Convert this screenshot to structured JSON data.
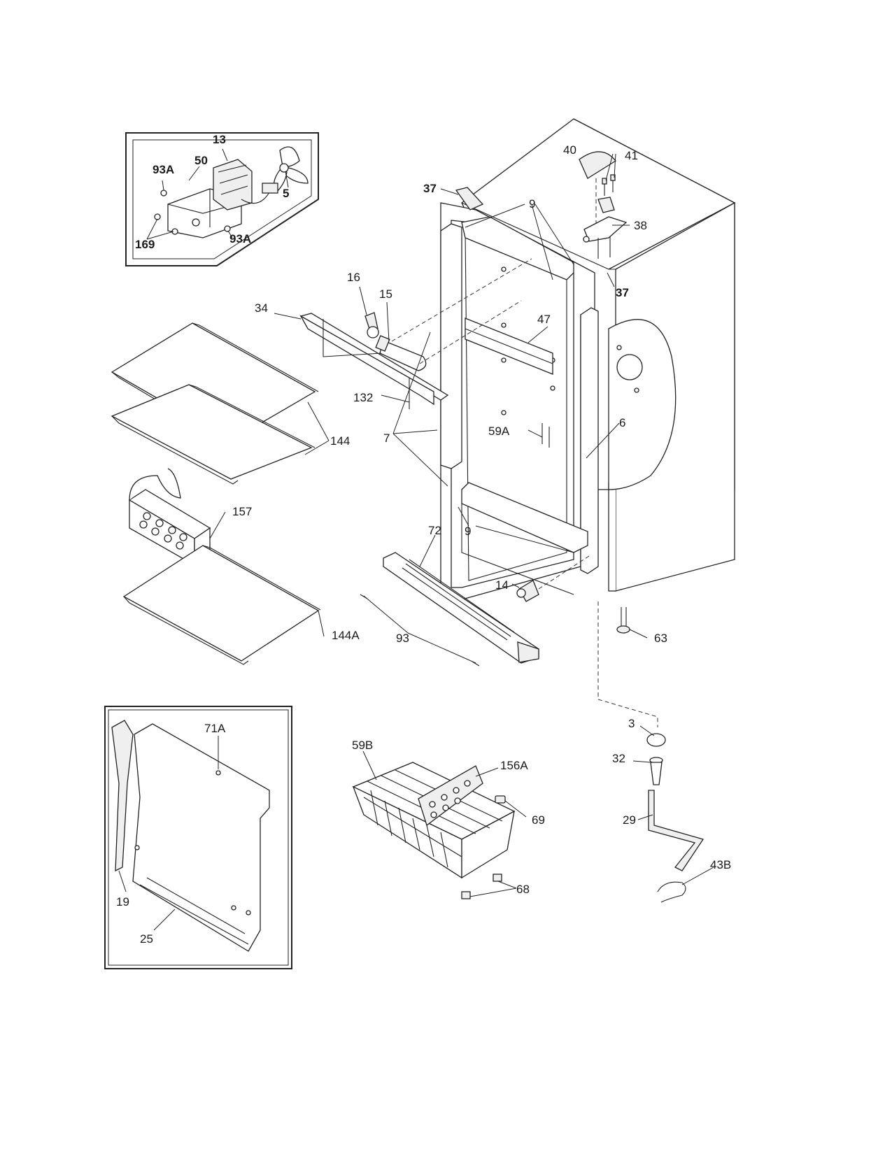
{
  "labels": [
    {
      "key": "13",
      "text": "13",
      "bold": true
    },
    {
      "key": "50",
      "text": "50",
      "bold": true
    },
    {
      "key": "93A_top",
      "text": "93A",
      "bold": true
    },
    {
      "key": "5",
      "text": "5",
      "bold": true
    },
    {
      "key": "169",
      "text": "169",
      "bold": true
    },
    {
      "key": "93A_bottom",
      "text": "93A",
      "bold": true
    },
    {
      "key": "40",
      "text": "40"
    },
    {
      "key": "41",
      "text": "41"
    },
    {
      "key": "37_top",
      "text": "37",
      "bold": true
    },
    {
      "key": "9_top",
      "text": "9"
    },
    {
      "key": "38",
      "text": "38"
    },
    {
      "key": "37_right",
      "text": "37",
      "bold": true
    },
    {
      "key": "16",
      "text": "16"
    },
    {
      "key": "15",
      "text": "15"
    },
    {
      "key": "34",
      "text": "34"
    },
    {
      "key": "47",
      "text": "47"
    },
    {
      "key": "132",
      "text": "132"
    },
    {
      "key": "6",
      "text": "6"
    },
    {
      "key": "59A",
      "text": "59A"
    },
    {
      "key": "7",
      "text": "7"
    },
    {
      "key": "144",
      "text": "144"
    },
    {
      "key": "157",
      "text": "157"
    },
    {
      "key": "72",
      "text": "72"
    },
    {
      "key": "9_bottom",
      "text": "9"
    },
    {
      "key": "14",
      "text": "14"
    },
    {
      "key": "144A",
      "text": "144A"
    },
    {
      "key": "93",
      "text": "93"
    },
    {
      "key": "63",
      "text": "63"
    },
    {
      "key": "71A",
      "text": "71A"
    },
    {
      "key": "59B",
      "text": "59B"
    },
    {
      "key": "156A",
      "text": "156A"
    },
    {
      "key": "69",
      "text": "69"
    },
    {
      "key": "3",
      "text": "3"
    },
    {
      "key": "32",
      "text": "32"
    },
    {
      "key": "29",
      "text": "29"
    },
    {
      "key": "43B",
      "text": "43B"
    },
    {
      "key": "68",
      "text": "68"
    },
    {
      "key": "19",
      "text": "19"
    },
    {
      "key": "25",
      "text": "25"
    }
  ]
}
